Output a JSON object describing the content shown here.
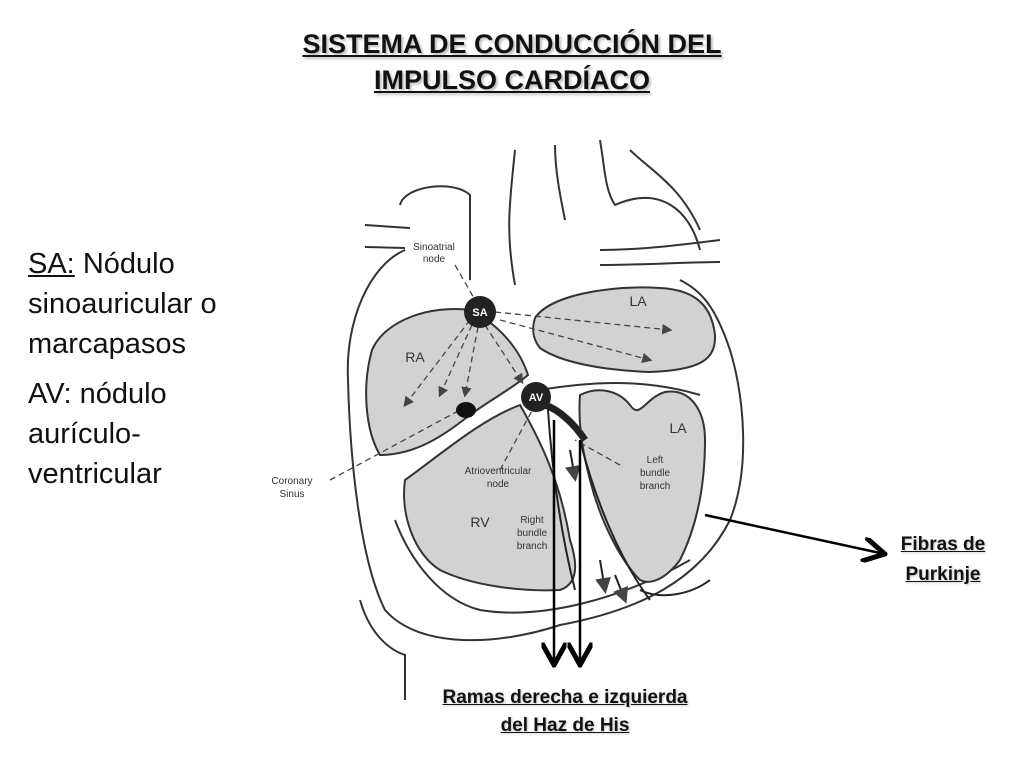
{
  "title": {
    "line1": "SISTEMA DE CONDUCCIÓN DEL",
    "line2": "IMPULSO CARDÍACO"
  },
  "legend": {
    "sa_key": "SA:",
    "sa_text": "Nódulo sinoauricular o marcapasos",
    "av_key": "AV:",
    "av_text": "nódulo aurículo-ventricular"
  },
  "diagram_labels": {
    "sinoatrial_node": [
      "Sinoatrial",
      "node"
    ],
    "la_top": "LA",
    "ra": "RA",
    "la_lower": "LA",
    "coronary_sinus": [
      "Coronary",
      "Sinus"
    ],
    "av_node": [
      "Atrioventricular",
      "node"
    ],
    "left_bundle": [
      "Left",
      "bundle",
      "branch"
    ],
    "rv": "RV",
    "right_bundle": [
      "Right",
      "bundle",
      "branch"
    ],
    "sa_node": "SA",
    "av_node_mark": "AV"
  },
  "callouts": {
    "purkinje": [
      "Fibras de",
      "Purkinje"
    ],
    "his": [
      "Ramas derecha e izquierda",
      "del Haz de His"
    ]
  }
}
